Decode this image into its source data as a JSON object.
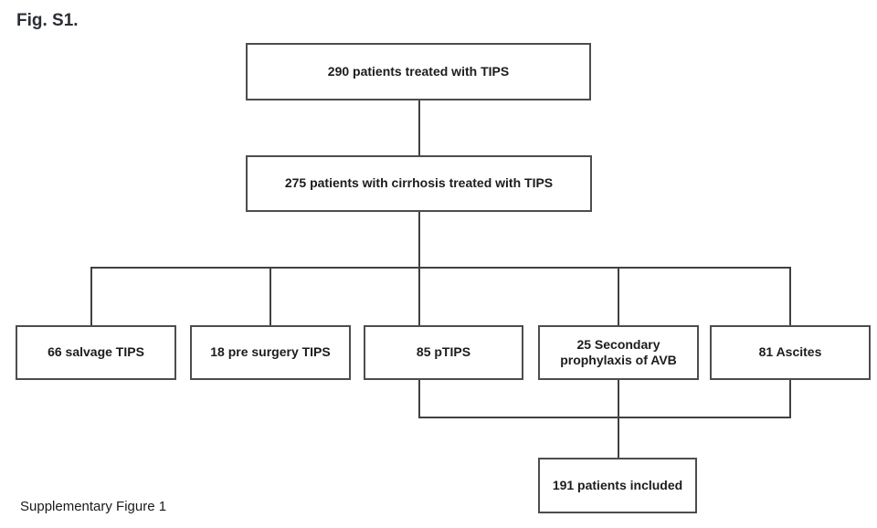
{
  "figure": {
    "title": "Fig. S1.",
    "caption": "Supplementary Figure 1"
  },
  "colors": {
    "background": "#ffffff",
    "box_border": "#4d4d4d",
    "connector_line": "#404040",
    "text": "#1c1c1c"
  },
  "flowchart": {
    "nodes": [
      {
        "id": "treated",
        "label": "290 patients treated with TIPS"
      },
      {
        "id": "cirrhosis",
        "label": "275 patients with cirrhosis treated with TIPS"
      },
      {
        "id": "salvage",
        "label": "66 salvage TIPS"
      },
      {
        "id": "pre-surgery",
        "label": "18 pre surgery TIPS"
      },
      {
        "id": "ptips",
        "label": "85 pTIPS"
      },
      {
        "id": "secondary-prophylaxis",
        "label": "25 Secondary\nprophylaxis of AVB"
      },
      {
        "id": "ascites",
        "label": "81 Ascites"
      },
      {
        "id": "included",
        "label": "191 patients included"
      }
    ],
    "edges": [
      [
        "treated",
        "cirrhosis"
      ],
      [
        "cirrhosis",
        "salvage"
      ],
      [
        "cirrhosis",
        "pre-surgery"
      ],
      [
        "cirrhosis",
        "ptips"
      ],
      [
        "cirrhosis",
        "secondary-prophylaxis"
      ],
      [
        "cirrhosis",
        "ascites"
      ],
      [
        "ptips",
        "included"
      ],
      [
        "secondary-prophylaxis",
        "included"
      ],
      [
        "ascites",
        "included"
      ]
    ]
  }
}
